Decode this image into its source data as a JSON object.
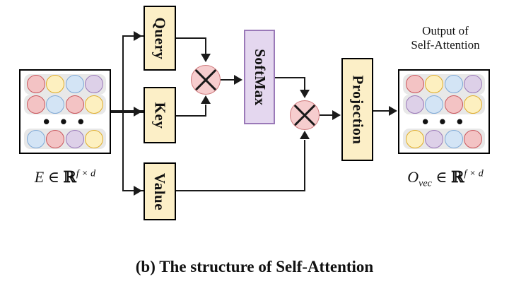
{
  "figure": {
    "caption": "(b) The structure  of Self-Attention",
    "background": "#ffffff"
  },
  "colors": {
    "box_cream": "#fcefc7",
    "box_purple": "#e4d7ef",
    "box_purple_border": "#9a79b8",
    "operator_fill": "#f6cdce",
    "operator_border": "#d07b7e",
    "row_band": "#e8e8e8",
    "cell_pink": "#f3c3c4",
    "cell_yellow": "#fdf0c0",
    "cell_blue": "#d3e4f5",
    "cell_purple": "#ddd0e8",
    "line": "#1a1a1a"
  },
  "input_matrix": {
    "name": "input-embedding-matrix",
    "rows": [
      [
        "pink",
        "yellow",
        "blue",
        "purple"
      ],
      [
        "pink",
        "blue",
        "pink",
        "yellow"
      ],
      [
        "blue",
        "pink",
        "purple",
        "yellow"
      ]
    ],
    "ellipsis": "• • •",
    "label": {
      "symbol": "E",
      "operator": " ∈ ",
      "field": "ℝ",
      "exponent": "f × d",
      "full": "E ∈ ℝ^{f×d}"
    }
  },
  "output_matrix": {
    "name": "output-vector-matrix",
    "heading_line1": "Output of",
    "heading_line2": "Self-Attention",
    "rows": [
      [
        "pink",
        "yellow",
        "blue",
        "purple"
      ],
      [
        "purple",
        "blue",
        "pink",
        "yellow"
      ],
      [
        "yellow",
        "purple",
        "blue",
        "pink"
      ]
    ],
    "ellipsis": "• • •",
    "label": {
      "symbol": "O",
      "subscript": "vec",
      "operator": " ∈ ",
      "field": "ℝ",
      "exponent": "f × d",
      "full": "O_vec ∈ ℝ^{f×d}"
    }
  },
  "blocks": {
    "query": {
      "label": "Query",
      "fill": "cream"
    },
    "key": {
      "label": "Key",
      "fill": "cream"
    },
    "value": {
      "label": "Value",
      "fill": "cream"
    },
    "softmax": {
      "label": "SoftMax",
      "fill": "purple"
    },
    "projection": {
      "label": "Projection",
      "fill": "cream"
    }
  },
  "operators": {
    "matmul_qk": {
      "symbol": "×",
      "name": "multiply-query-key"
    },
    "matmul_av": {
      "symbol": "×",
      "name": "multiply-attention-value"
    }
  }
}
